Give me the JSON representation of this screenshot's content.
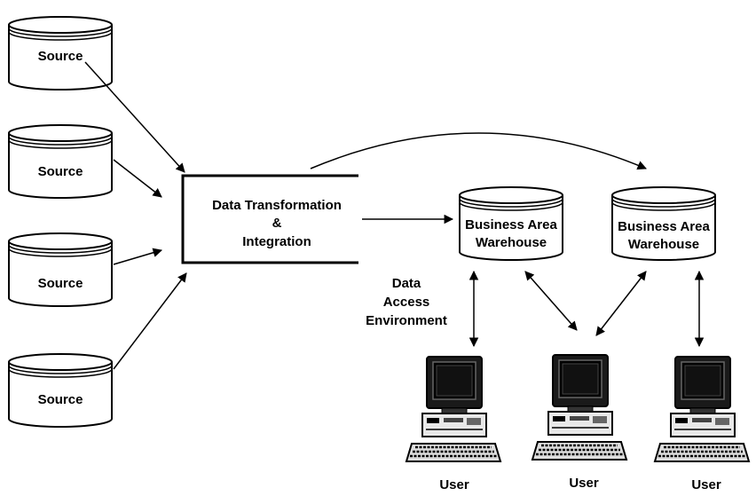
{
  "sources": [
    {
      "label": "Source"
    },
    {
      "label": "Source"
    },
    {
      "label": "Source"
    },
    {
      "label": "Source"
    }
  ],
  "transform": {
    "line1": "Data Transformation",
    "line2": "&",
    "line3": "Integration"
  },
  "warehouses": [
    {
      "line1": "Business Area",
      "line2": "Warehouse"
    },
    {
      "line1": "Business Area",
      "line2": "Warehouse"
    }
  ],
  "access": {
    "line1": "Data",
    "line2": "Access",
    "line3": "Environment"
  },
  "users": [
    {
      "label": "User"
    },
    {
      "label": "User"
    },
    {
      "label": "User"
    }
  ]
}
